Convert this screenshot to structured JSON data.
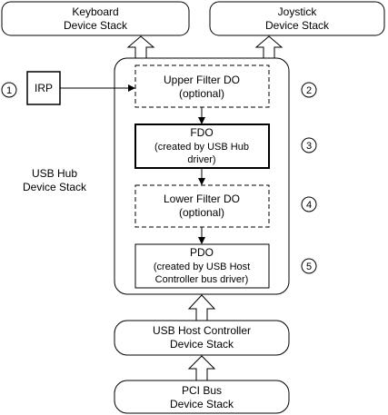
{
  "colors": {
    "background": "#ffffff",
    "stroke": "#000000",
    "text": "#000000"
  },
  "top_stacks": {
    "keyboard": {
      "line1": "Keyboard",
      "line2": "Device Stack"
    },
    "joystick": {
      "line1": "Joystick",
      "line2": "Device Stack"
    }
  },
  "irp": {
    "marker": "1",
    "label": "IRP"
  },
  "hub_stack": {
    "line1": "USB Hub",
    "line2": "Device Stack",
    "objects": [
      {
        "marker": "2",
        "line1": "Upper Filter DO",
        "line2": "(optional)",
        "line3": ""
      },
      {
        "marker": "3",
        "line1": "FDO",
        "line2": "(created by USB Hub",
        "line3": "driver)"
      },
      {
        "marker": "4",
        "line1": "Lower Filter DO",
        "line2": "(optional)",
        "line3": ""
      },
      {
        "marker": "5",
        "line1": "PDO",
        "line2": "(created by USB Host",
        "line3": "Controller bus driver)"
      }
    ]
  },
  "host_controller_stack": {
    "line1": "USB Host Controller",
    "line2": "Device Stack"
  },
  "pci_stack": {
    "line1": "PCI Bus",
    "line2": "Device Stack"
  }
}
